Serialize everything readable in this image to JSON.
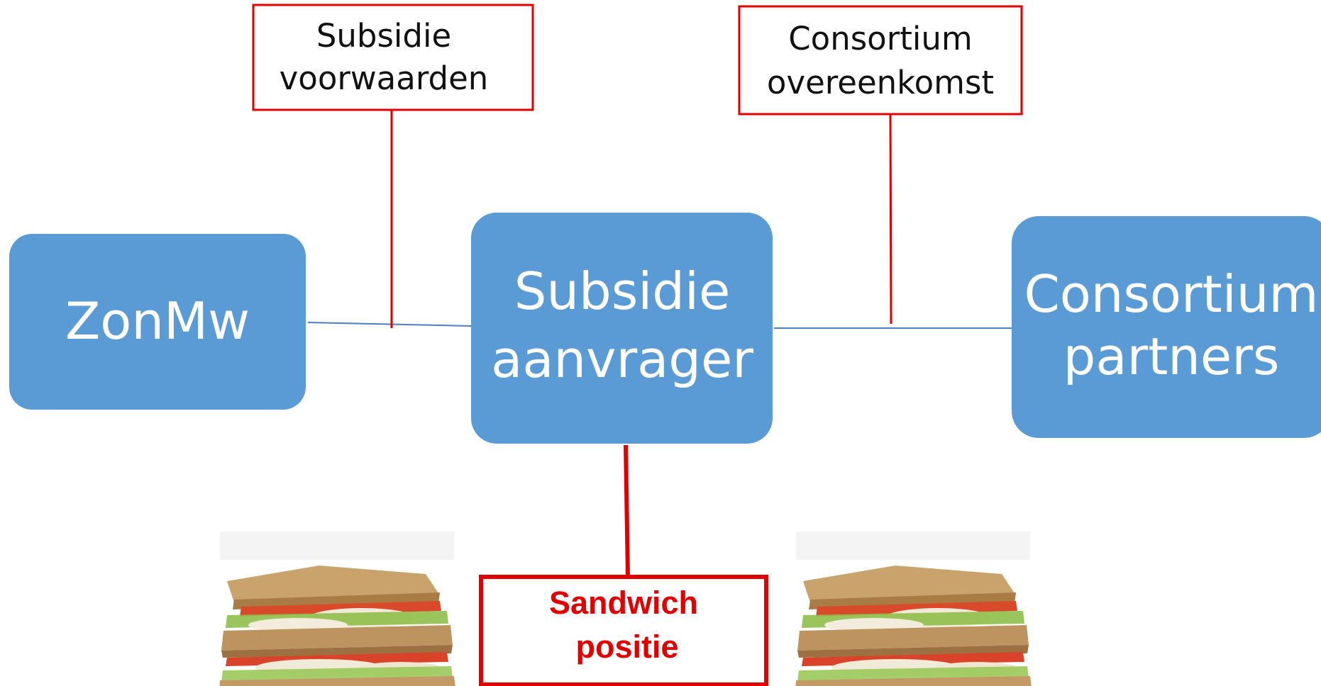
{
  "nodes": {
    "zonmw": {
      "label": "ZonMw"
    },
    "aanvrager": {
      "line1": "Subsidie",
      "line2": "aanvrager"
    },
    "partners": {
      "line1": "Consortium",
      "line2": "partners"
    }
  },
  "annotations": {
    "subsidie_voorwaarden": {
      "line1": "Subsidie",
      "line2": "voorwaarden"
    },
    "consortium_overeenkomst": {
      "line1": "Consortium",
      "line2": "overeenkomst"
    },
    "sandwich_positie": {
      "line1": "Sandwich",
      "line2": "positie"
    }
  },
  "icons": {
    "left": "sandwich-icon",
    "right": "sandwich-icon"
  },
  "colors": {
    "node_fill": "#5b9bd5",
    "node_text": "#ffffff",
    "connector": "#4a7fc1",
    "annotation_border": "#e00000",
    "emphasis_text": "#e00000"
  }
}
